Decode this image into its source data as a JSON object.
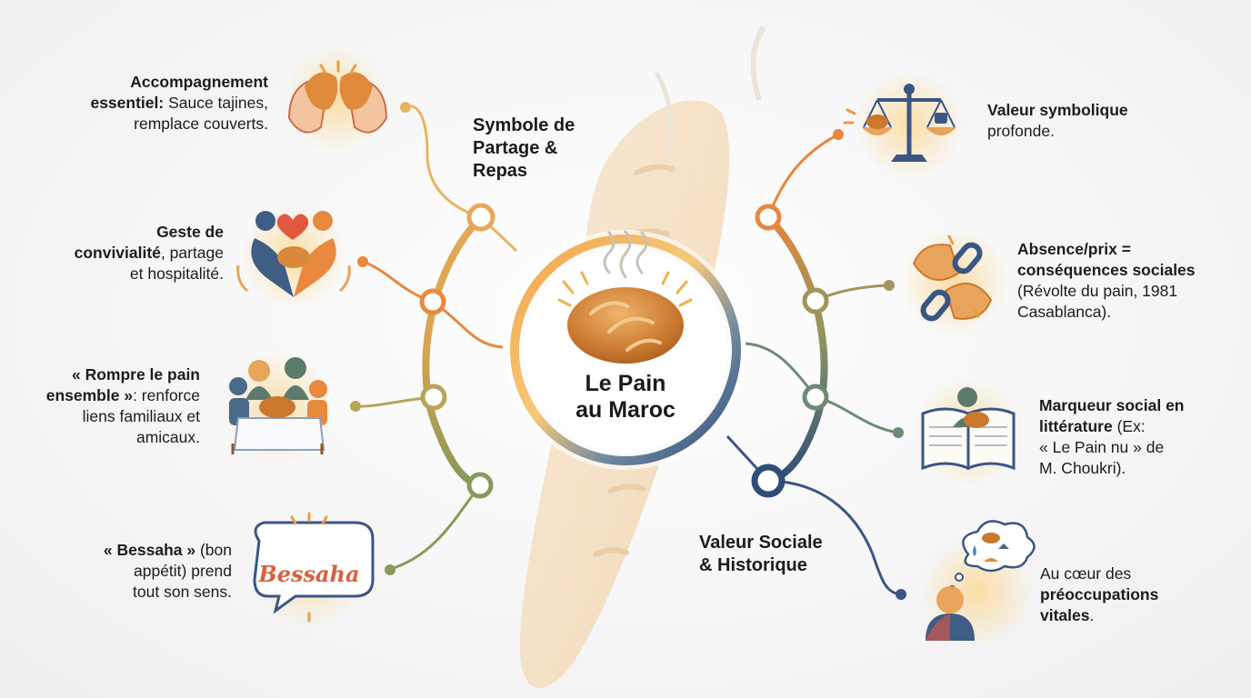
{
  "center": {
    "title_line1": "Le Pain",
    "title_line2": "au Maroc"
  },
  "left_section": {
    "title_line1": "Symbole de",
    "title_line2": "Partage &",
    "title_line3": "Repas"
  },
  "right_section": {
    "title_line1": "Valeur Sociale",
    "title_line2": "& Historique"
  },
  "left_items": [
    {
      "bold1": "Accompagnement",
      "bold2": "essentiel:",
      "rest2": " Sauce tajines,",
      "line3": "remplace couverts.",
      "icon": "bread-breaking-hands-icon"
    },
    {
      "bold1": "Geste de",
      "bold2": "convivialité",
      "rest2": ", partage",
      "line3": "et hospitalité.",
      "icon": "heart-sharing-icon"
    },
    {
      "bold1": "« Rompre le pain",
      "bold2": "ensemble »",
      "rest2": ": renforce",
      "line3": "liens familiaux et",
      "line4": "amicaux.",
      "icon": "family-table-icon"
    },
    {
      "bold1": "« Bessaha »",
      "rest1": " (bon",
      "line2": "appétit) prend",
      "line3": "tout son sens.",
      "icon": "speech-bubble-icon",
      "bubble_text": "Bessaha"
    }
  ],
  "right_items": [
    {
      "bold1": "Valeur symbolique",
      "line2": "profonde.",
      "icon": "scale-icon"
    },
    {
      "bold1": "Absence/prix =",
      "bold2": "conséquences sociales",
      "line3": "(Révolte du pain, 1981",
      "line4": "Casablanca).",
      "icon": "broken-chain-icon"
    },
    {
      "bold1": "Marqueur social en",
      "bold2": "littérature",
      "rest2": " (Ex:",
      "line3": "« Le Pain nu » de",
      "line4": "M. Choukri).",
      "icon": "open-book-icon"
    },
    {
      "line1": "Au cœur des",
      "bold2": "préoccupations",
      "bold3": "vitales",
      "rest3": ".",
      "icon": "thinking-person-icon"
    }
  ],
  "colors": {
    "orange": "#e9893d",
    "gold": "#e7b25c",
    "olive": "#8a9a5b",
    "navy": "#2f4d7a",
    "teal": "#5f7d80"
  }
}
